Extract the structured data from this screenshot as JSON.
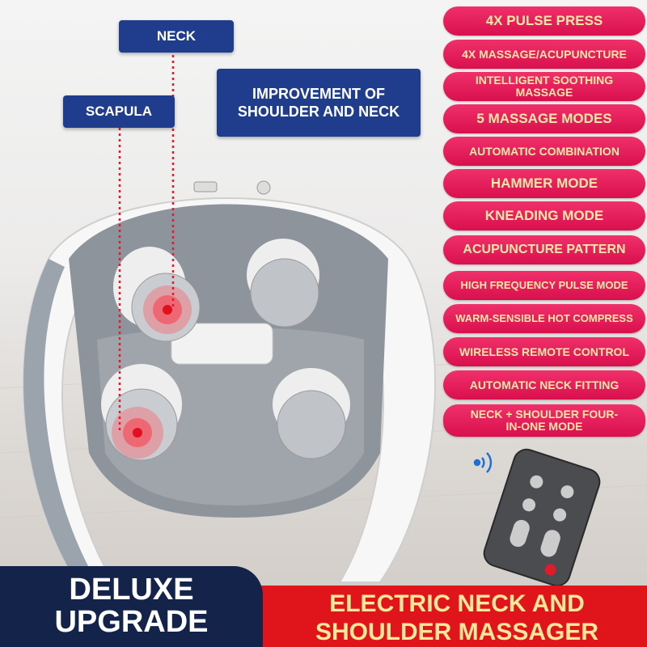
{
  "callouts": {
    "neck": "NECK",
    "scapula": "SCAPULA",
    "improvement": "IMPROVEMENT OF SHOULDER AND NECK"
  },
  "features": [
    "4X PULSE PRESS",
    "4X MASSAGE/ACUPUNCTURE",
    "INTELLIGENT SOOTHING MASSAGE",
    "5 MASSAGE MODES",
    "AUTOMATIC COMBINATION",
    "HAMMER MODE",
    "KNEADING MODE",
    "ACUPUNCTURE PATTERN",
    "HIGH FREQUENCY PULSE MODE",
    "WARM-SENSIBLE HOT COMPRESS",
    "WIRELESS REMOTE CONTROL",
    "AUTOMATIC NECK FITTING",
    "NECK + SHOULDER FOUR-IN-ONE MODE"
  ],
  "banner": {
    "badge_line1": "DELUXE",
    "badge_line2": "UPGRADE",
    "title_line1": "ELECTRIC NECK AND",
    "title_line2": "SHOULDER MASSAGER"
  },
  "colors": {
    "pill": "#e51a57",
    "pill_text": "#ffe9a8",
    "navy": "#13234a",
    "banner_red": "#e0151b",
    "callout": "#1f3d8c"
  }
}
